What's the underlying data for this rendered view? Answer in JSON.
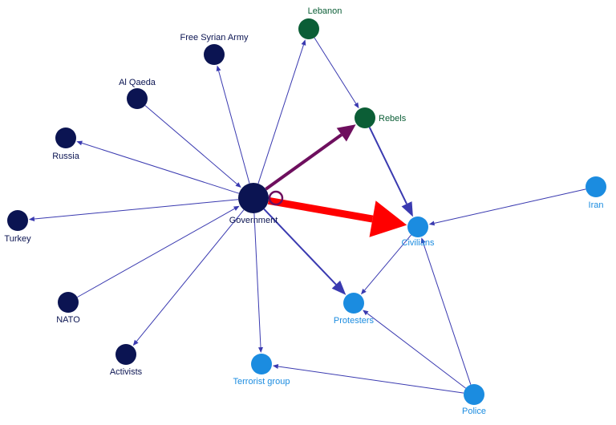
{
  "colors": {
    "dark_navy": "#0b1452",
    "dark_green": "#0b5e36",
    "light_blue": "#1b8ce0",
    "edge_blue": "#3a3ab0",
    "edge_purple": "#6e0f5e",
    "edge_red": "#ff0000"
  },
  "nodes": [
    {
      "id": "government",
      "label": "Government",
      "group": "dark_navy"
    },
    {
      "id": "free-syrian-army",
      "label": "Free Syrian Army",
      "group": "dark_navy"
    },
    {
      "id": "al-qaeda",
      "label": "Al Qaeda",
      "group": "dark_navy"
    },
    {
      "id": "russia",
      "label": "Russia",
      "group": "dark_navy"
    },
    {
      "id": "turkey",
      "label": "Turkey",
      "group": "dark_navy"
    },
    {
      "id": "nato",
      "label": "NATO",
      "group": "dark_navy"
    },
    {
      "id": "activists",
      "label": "Activists",
      "group": "dark_navy"
    },
    {
      "id": "lebanon",
      "label": "Lebanon",
      "group": "dark_green"
    },
    {
      "id": "rebels",
      "label": "Rebels",
      "group": "dark_green"
    },
    {
      "id": "iran",
      "label": "Iran",
      "group": "light_blue"
    },
    {
      "id": "civilians",
      "label": "Civilians",
      "group": "light_blue"
    },
    {
      "id": "protesters",
      "label": "Protesters",
      "group": "light_blue"
    },
    {
      "id": "terrorist-group",
      "label": "Terrorist group",
      "group": "light_blue"
    },
    {
      "id": "police",
      "label": "Police",
      "group": "light_blue"
    }
  ],
  "edges": [
    {
      "from": "al-qaeda",
      "to": "government",
      "weight": 1,
      "color": "edge_blue"
    },
    {
      "from": "government",
      "to": "free-syrian-army",
      "weight": 1.5,
      "color": "edge_blue"
    },
    {
      "from": "government",
      "to": "lebanon",
      "weight": 1.5,
      "color": "edge_blue"
    },
    {
      "from": "government",
      "to": "russia",
      "weight": 1,
      "color": "edge_blue"
    },
    {
      "from": "government",
      "to": "turkey",
      "weight": 1.5,
      "color": "edge_blue"
    },
    {
      "from": "nato",
      "to": "government",
      "weight": 1,
      "color": "edge_blue"
    },
    {
      "from": "government",
      "to": "activists",
      "weight": 1,
      "color": "edge_blue"
    },
    {
      "from": "government",
      "to": "terrorist-group",
      "weight": 1,
      "color": "edge_blue"
    },
    {
      "from": "government",
      "to": "protesters",
      "weight": 2,
      "color": "edge_blue"
    },
    {
      "from": "government",
      "to": "rebels",
      "weight": 4,
      "color": "edge_purple"
    },
    {
      "from": "government",
      "to": "civilians",
      "weight": 9,
      "color": "edge_red"
    },
    {
      "from": "government",
      "to": "government",
      "weight": 2.5,
      "color": "edge_purple",
      "self_loop": true
    },
    {
      "from": "lebanon",
      "to": "rebels",
      "weight": 1,
      "color": "edge_blue"
    },
    {
      "from": "rebels",
      "to": "civilians",
      "weight": 2,
      "color": "edge_blue"
    },
    {
      "from": "iran",
      "to": "civilians",
      "weight": 1,
      "color": "edge_blue"
    },
    {
      "from": "civilians",
      "to": "protesters",
      "weight": 1,
      "color": "edge_blue"
    },
    {
      "from": "police",
      "to": "civilians",
      "weight": 1,
      "color": "edge_blue"
    },
    {
      "from": "police",
      "to": "protesters",
      "weight": 1,
      "color": "edge_blue"
    },
    {
      "from": "police",
      "to": "terrorist-group",
      "weight": 1,
      "color": "edge_blue"
    }
  ]
}
